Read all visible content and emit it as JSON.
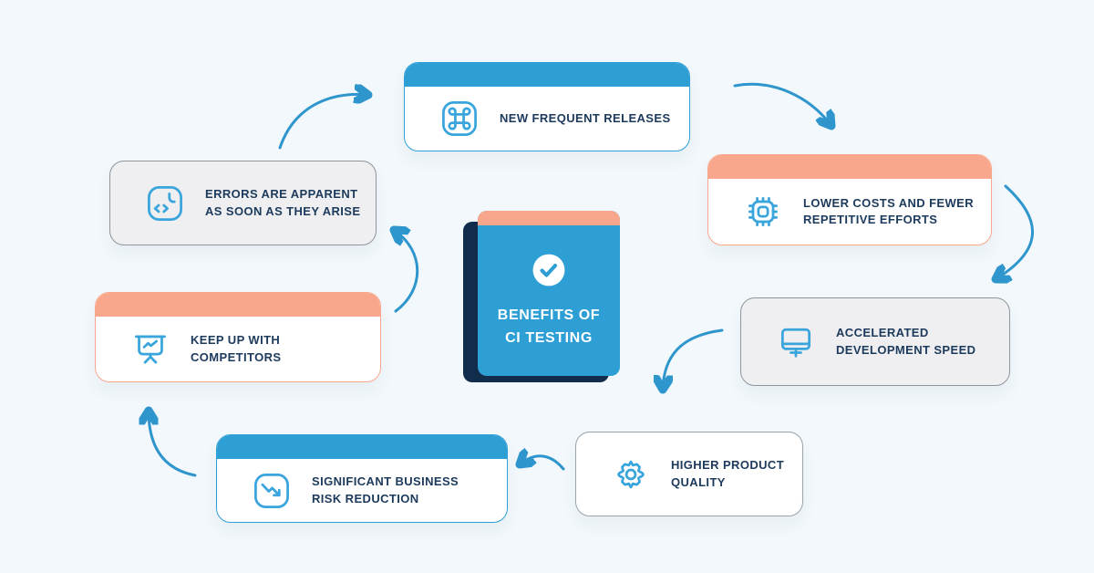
{
  "colors": {
    "bg": "#f2f8fb",
    "blue": "#2e9fd4",
    "salmon": "#f9a78c",
    "navy": "#1c3a5c",
    "book-back": "#122c4c",
    "gray-bg": "#efeff1",
    "gray-border": "#8e959c",
    "white-border": "#9aa3ab",
    "icon-blue": "#3aa5dc",
    "arrow": "#2e96cc",
    "white": "#ffffff"
  },
  "center": {
    "title": "BENEFITS OF\nCI TESTING",
    "icon": "check-circle-icon"
  },
  "cards": [
    {
      "id": "new-frequent-releases",
      "label": "NEW FREQUENT RELEASES",
      "variant": "blue-header",
      "icon": "command-icon"
    },
    {
      "id": "lower-costs",
      "label": "LOWER COSTS AND FEWER\nREPETITIVE EFFORTS",
      "variant": "salmon-header",
      "icon": "cpu-chip-icon"
    },
    {
      "id": "accelerated-development",
      "label": "ACCELERATED\nDEVELOPMENT SPEED",
      "variant": "gray",
      "icon": "monitor-icon"
    },
    {
      "id": "higher-product-quality",
      "label": "HIGHER PRODUCT\nQUALITY",
      "variant": "white",
      "icon": "gear-icon"
    },
    {
      "id": "risk-reduction",
      "label": "SIGNIFICANT BUSINESS\nRISK REDUCTION",
      "variant": "blue-header",
      "icon": "trend-down-icon"
    },
    {
      "id": "keep-up-competitors",
      "label": "KEEP UP WITH COMPETITORS",
      "variant": "salmon-header",
      "icon": "presentation-chart-icon"
    },
    {
      "id": "errors-apparent",
      "label": "ERRORS ARE APPARENT\nAS SOON AS THEY ARISE",
      "variant": "gray",
      "icon": "code-review-icon"
    }
  ],
  "flow": [
    "errors-apparent -> new-frequent-releases",
    "new-frequent-releases -> lower-costs",
    "lower-costs -> accelerated-development",
    "accelerated-development -> higher-product-quality",
    "higher-product-quality -> risk-reduction",
    "risk-reduction -> keep-up-competitors",
    "keep-up-competitors -> errors-apparent"
  ]
}
